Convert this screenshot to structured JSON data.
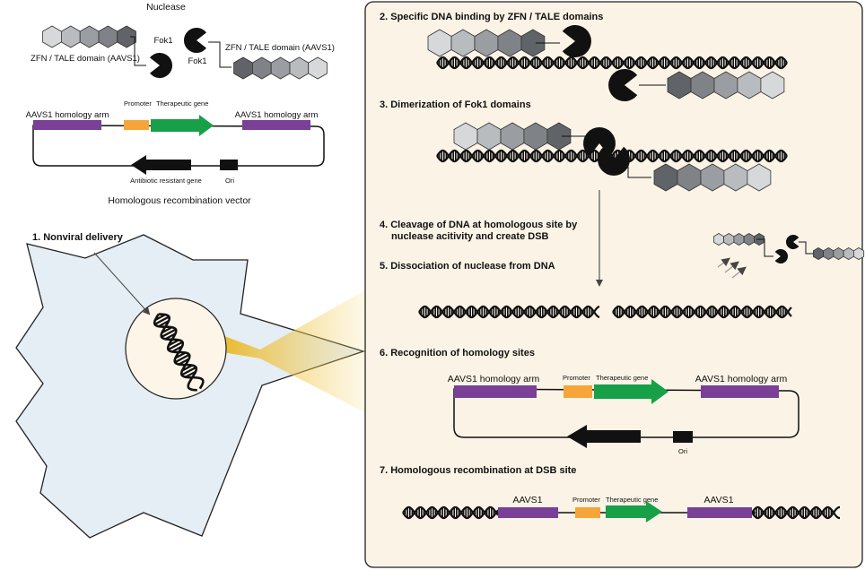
{
  "nuclease": {
    "title": "Nuclease",
    "zfn_left_label": "ZFN / TALE domain (AAVS1)",
    "zfn_right_label": "ZFN / TALE domain (AAVS1)",
    "fok1_top_label": "Fok1",
    "fok1_bottom_label": "Fok1"
  },
  "vector": {
    "arm_left": "AAVS1 homology arm",
    "arm_right": "AAVS1 homology arm",
    "promoter": "Promoter",
    "gene": "Therapeutic gene",
    "antibiotic": "Antibiotic resistant gene",
    "ori": "Ori",
    "caption": "Homologous recombination vector"
  },
  "cell": {
    "step1": "1. Nonviral delivery"
  },
  "panel": {
    "step2": "2. Specific DNA binding by ZFN / TALE domains",
    "step3": "3. Dimerization of Fok1 domains",
    "step4_line1": "4. Cleavage of DNA at homologous site by",
    "step4_line2": "nuclease acitivity and create DSB",
    "step5": "5. Dissociation of nuclease from DNA",
    "step6": "6. Recognition of homology sites",
    "step6_arm_left": "AAVS1 homology arm",
    "step6_arm_right": "AAVS1 homology arm",
    "step6_promoter": "Promoter",
    "step6_gene": "Therapeutic gene",
    "step6_ori": "Ori",
    "step7": "7. Homologous recombination at DSB site",
    "step7_left": "AAVS1",
    "step7_right": "AAVS1",
    "step7_promoter": "Promoter",
    "step7_gene": "Therapeutic gene"
  },
  "colors": {
    "purple": "#7a3f97",
    "orange": "#f6a53a",
    "green": "#17a048",
    "panel_bg": "#fbf3e6",
    "cell_bg": "#e5eef5",
    "nucleus_bg": "#fdf5e8",
    "beam": "#f1c232"
  }
}
